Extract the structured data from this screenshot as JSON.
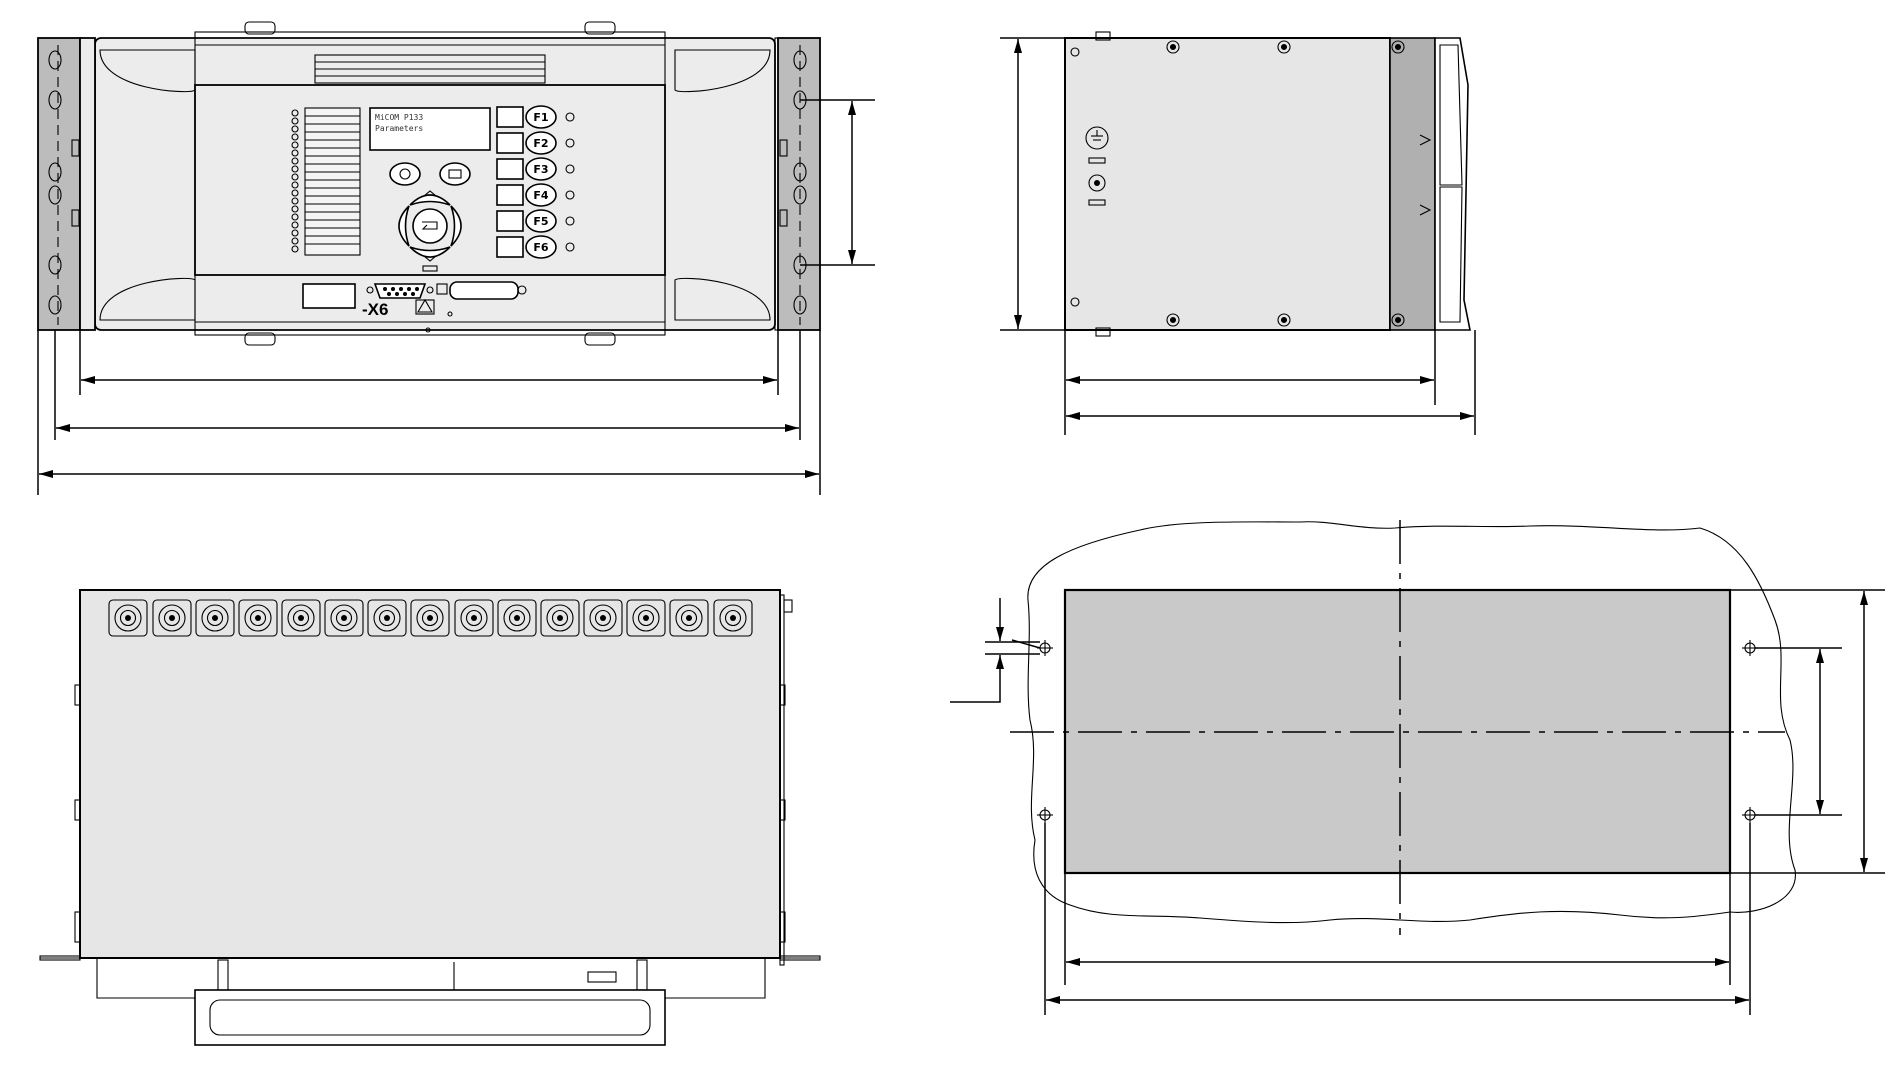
{
  "front_view": {
    "display_lines": [
      "MiCOM P133",
      "Parameters"
    ],
    "function_keys": [
      "F1",
      "F2",
      "F3",
      "F4",
      "F5",
      "F6"
    ],
    "interface_label": "-X6"
  }
}
